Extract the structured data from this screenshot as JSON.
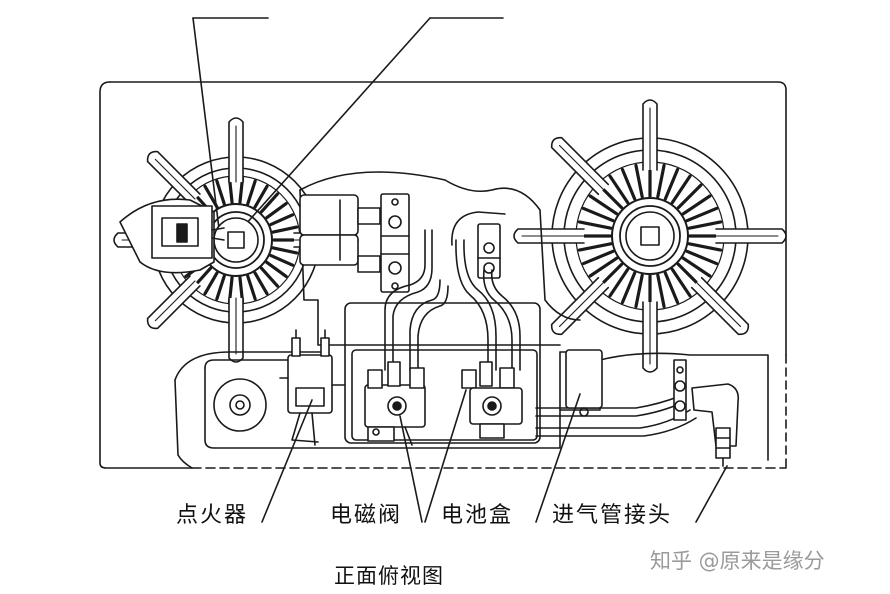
{
  "labels": {
    "igniter": "点火器",
    "solenoid_valve": "电磁阀",
    "battery_box": "电池盒",
    "gas_inlet_connector": "进气管接头"
  },
  "caption": "正面俯视图",
  "watermark": "知乎 @原来是缘分",
  "icons": {
    "left_burner": "burner-icon",
    "right_burner": "burner-icon",
    "igniter": "igniter-icon",
    "valve": "valve-icon",
    "knob": "knob-icon",
    "inlet": "connector-icon"
  },
  "colors": {
    "line": "#1a1a1a",
    "background": "#ffffff",
    "watermark": "#9a9a9a"
  }
}
